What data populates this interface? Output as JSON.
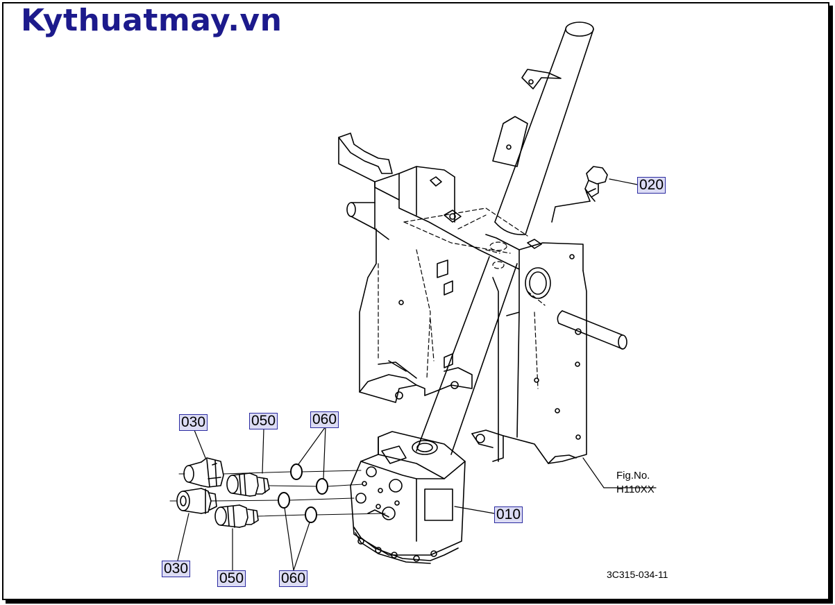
{
  "watermark": "Kythuatmay.vn",
  "callouts": {
    "c010": "010",
    "c020": "020",
    "c030_top": "030",
    "c030_bottom": "030",
    "c050_top": "050",
    "c050_bottom": "050",
    "c060_top": "060",
    "c060_bottom": "060"
  },
  "fig_ref": {
    "line1": "Fig.No.",
    "line2": "H110XX"
  },
  "drawing_code": "3C315-034-11",
  "colors": {
    "watermark": "#1c1a8c",
    "callout_bg": "#dcdcf4",
    "callout_border": "#2a2aa0"
  }
}
